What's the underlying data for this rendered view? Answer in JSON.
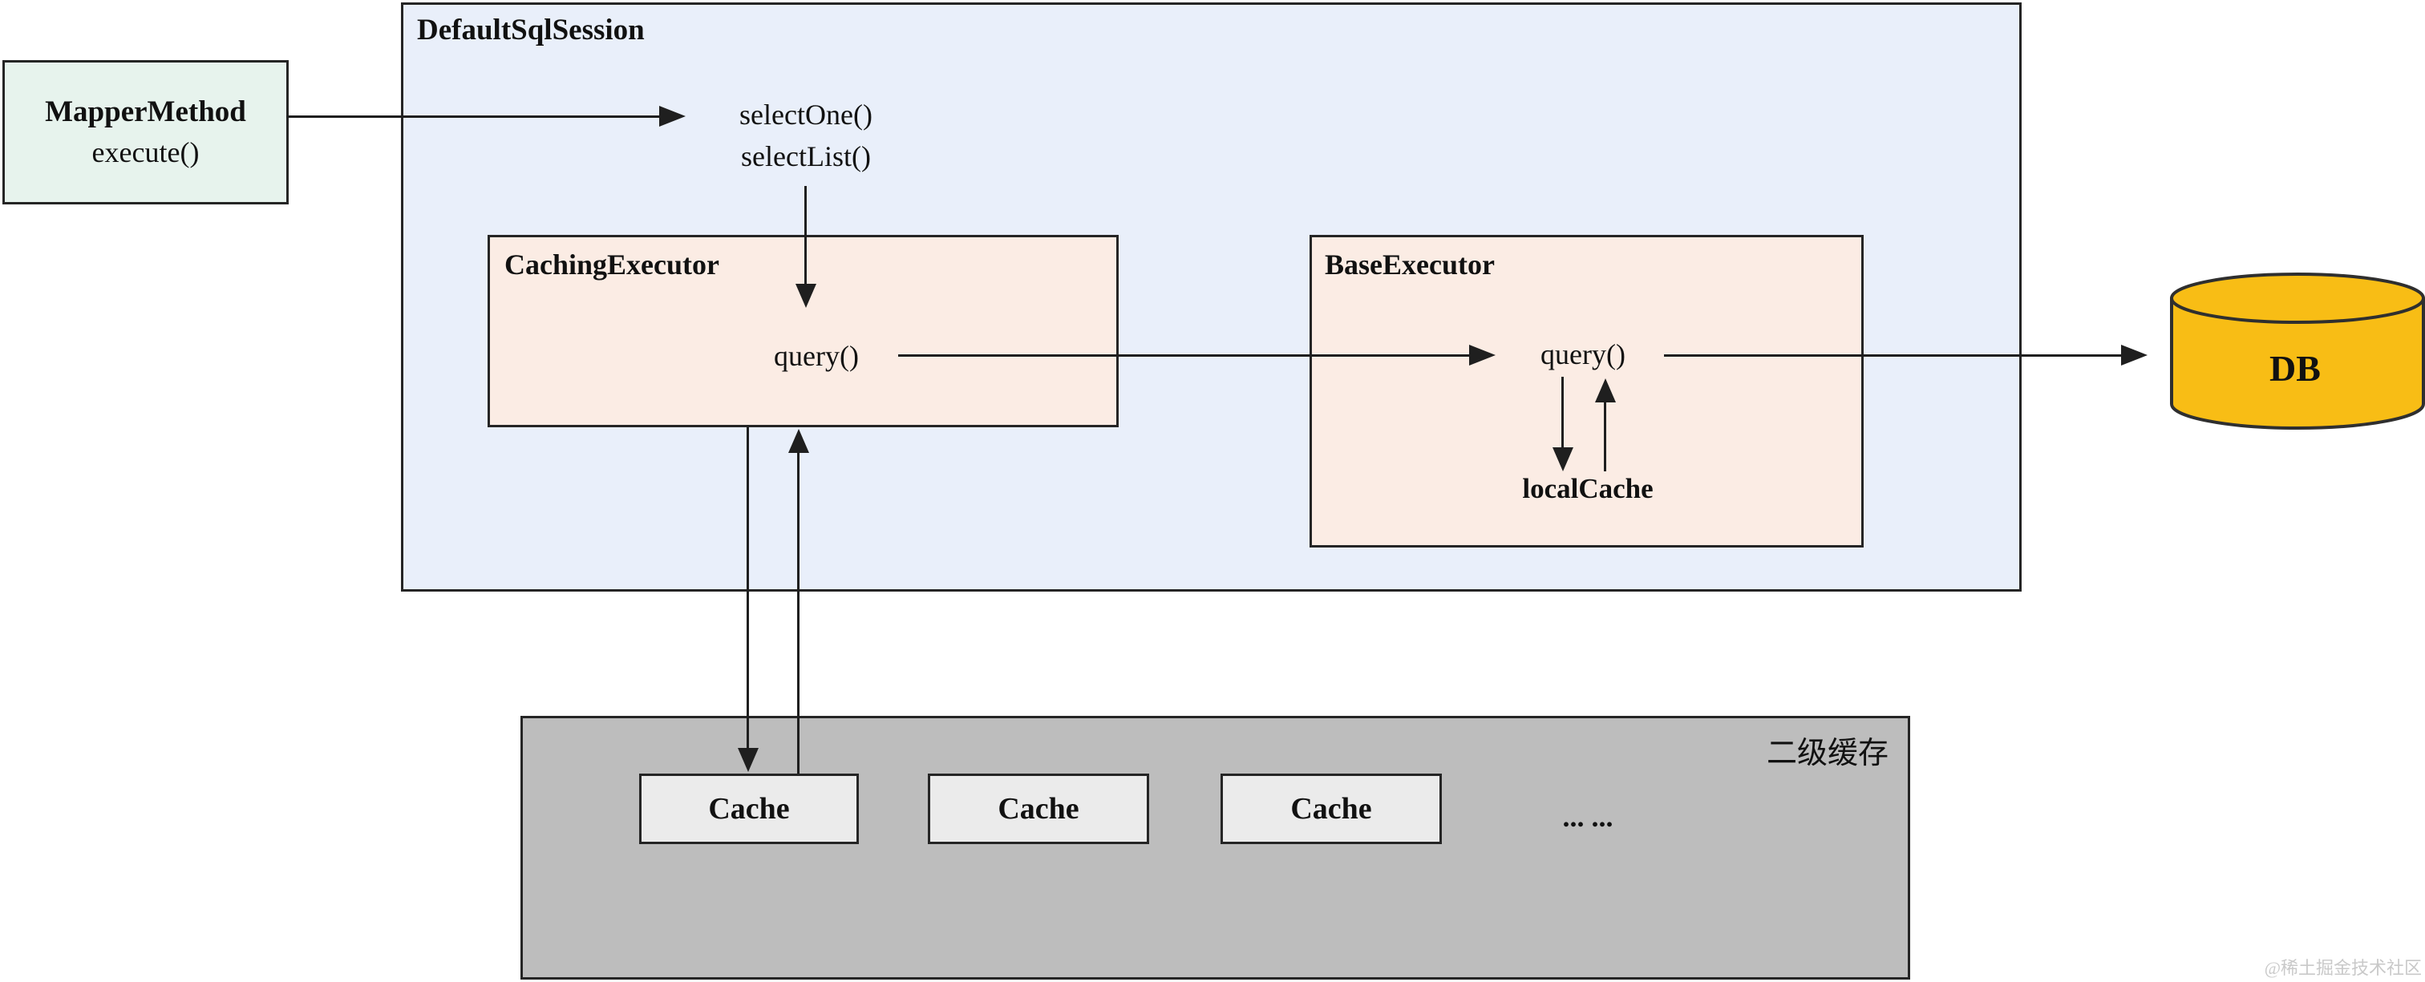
{
  "diagram": {
    "mapper_method": {
      "title": "MapperMethod",
      "method": "execute()"
    },
    "default_sql_session": {
      "title": "DefaultSqlSession",
      "method_1": "selectOne()",
      "method_2": "selectList()"
    },
    "caching_executor": {
      "title": "CachingExecutor",
      "method": "query()"
    },
    "base_executor": {
      "title": "BaseExecutor",
      "method": "query()",
      "cache_field": "localCache"
    },
    "db": {
      "label": "DB"
    },
    "second_level_cache": {
      "label": "二级缓存",
      "cache_labels": [
        "Cache",
        "Cache",
        "Cache"
      ],
      "ellipsis": "... ..."
    },
    "watermark": "@稀土掘金技术社区",
    "colors": {
      "mapper_fill": "#e7f3ed",
      "session_fill": "#e9effa",
      "executor_fill": "#fbece4",
      "gray_fill": "#bdbdbd",
      "cache_fill": "#ebebeb",
      "db_fill": "#f8bd15",
      "border": "#252525",
      "line": "#1f1f1f",
      "text": "#111111",
      "watermark": "#c9c9c9"
    }
  }
}
